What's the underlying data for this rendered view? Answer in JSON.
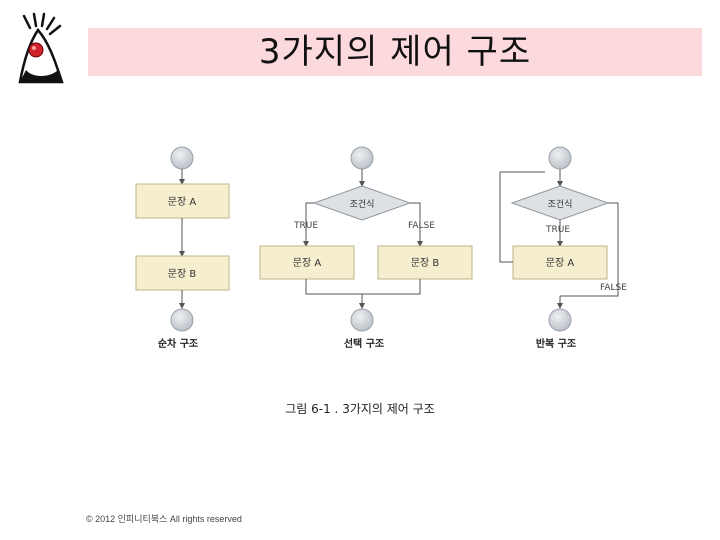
{
  "slide": {
    "title": "3가지의 제어 구조",
    "caption": "그림 6-1 . 3가지의 제어 구조",
    "footer": "© 2012 인피니티북스  All rights reserved"
  },
  "diagram": {
    "sequence": {
      "box_a": "문장 A",
      "box_b": "문장 B",
      "label": "순차 구조"
    },
    "selection": {
      "condition": "조건식",
      "true_label": "TRUE",
      "false_label": "FALSE",
      "box_a": "문장 A",
      "box_b": "문장 B",
      "label": "선택 구조"
    },
    "loop": {
      "condition": "조건식",
      "true_label": "TRUE",
      "false_label": "FALSE",
      "box_a": "문장 A",
      "label": "반복 구조"
    }
  },
  "colors": {
    "title_bg": "#fcd9dc",
    "box_fill": "#f5efcf",
    "node_fill": "#c9ced3",
    "diamond_fill": "#dde1e4"
  }
}
